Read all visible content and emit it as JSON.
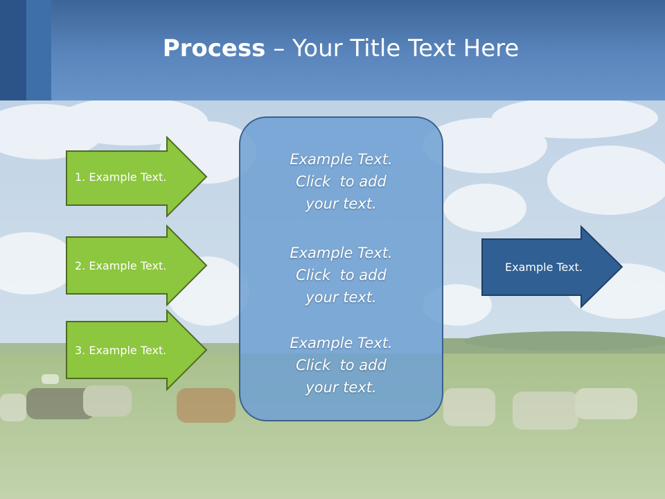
{
  "slide": {
    "title_bold": "Process",
    "title_rest": " – Your Title Text Here",
    "left_arrows": [
      {
        "label": "1. Example Text."
      },
      {
        "label": "2. Example Text."
      },
      {
        "label": "3. Example Text."
      }
    ],
    "center_box": {
      "paragraphs": [
        {
          "line1": "Example Text.",
          "line2": "Click  to add",
          "line3": "your text."
        },
        {
          "line1": "Example Text.",
          "line2": "Click  to add",
          "line3": "your text."
        },
        {
          "line1": "Example Text.",
          "line2": "Click  to add",
          "line3": "your text."
        }
      ]
    },
    "right_arrow": {
      "label": "Example Text."
    }
  },
  "colors": {
    "green_arrow": "#8dc63f",
    "green_border": "#4f6b22",
    "blue_arrow": "#2f5f93",
    "blue_border": "#203f66",
    "center_box": "#6ea0d2",
    "title_band": "#5a86bd"
  }
}
